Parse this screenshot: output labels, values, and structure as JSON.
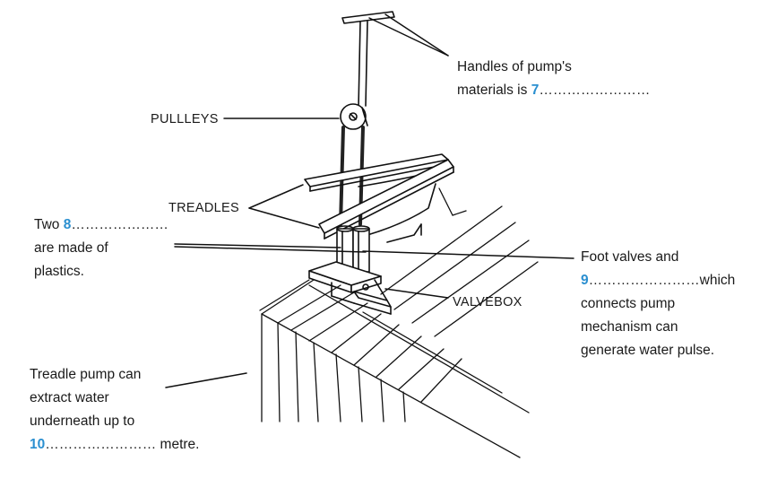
{
  "labels": {
    "handles_line1": "Handles of pump's",
    "handles_line2_pre": "materials is ",
    "handles_num": "7",
    "handles_blank": "……………………",
    "pulleys": "PULLLEYS",
    "treadles": "TREADLES",
    "two_pre": "Two ",
    "two_num": "8",
    "two_blank": "…………………",
    "two_line2": "are made of",
    "two_line3": "plastics.",
    "foot_line1": "Foot valves and",
    "foot_num": "9",
    "foot_blank": "……………………",
    "foot_line2_post": "which",
    "foot_line3": "connects pump",
    "foot_line4": "mechanism can",
    "foot_line5": "generate water pulse.",
    "valvebox": "VALVEBOX",
    "treadle_line1": "Treadle pump can",
    "treadle_line2": "extract water",
    "treadle_line3": "underneath up to",
    "treadle_num": "10",
    "treadle_blank": "……………………",
    "treadle_post": " metre."
  },
  "colors": {
    "question_number": "#2a8fd0",
    "ink": "#1a1a1a"
  }
}
